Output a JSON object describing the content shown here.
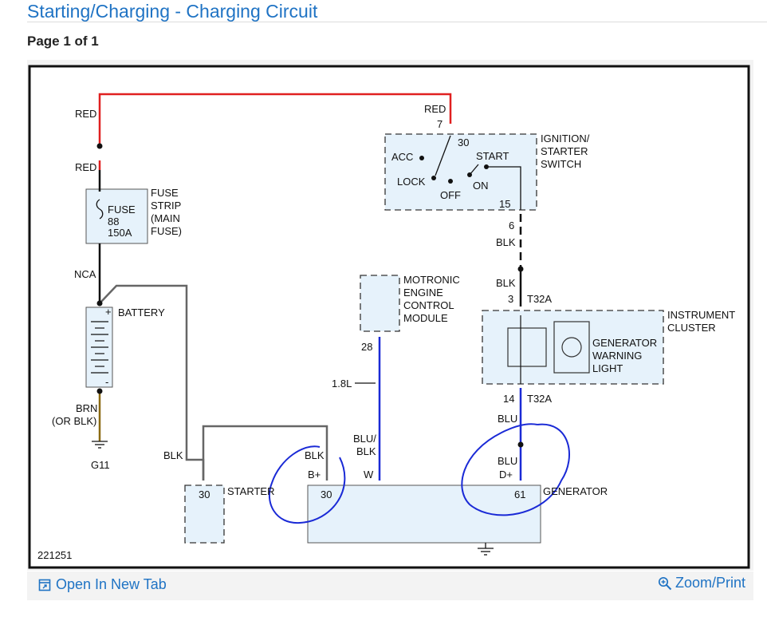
{
  "header": {
    "title": "Starting/Charging - Charging Circuit",
    "page_count": "Page 1 of 1"
  },
  "footer": {
    "open_new_tab": "Open In New Tab",
    "zoom_print": "Zoom/Print",
    "open_icon": "open-in-new-tab-icon",
    "zoom_icon": "magnifier-plus-icon"
  },
  "colors": {
    "red_wire": "#e02020",
    "black_wire": "#111111",
    "blue_wire": "#1a2ad6",
    "gray_wire": "#666666",
    "brown_wire": "#8b6a12",
    "component_fill": "#e6f2fb",
    "annotation": "#1a2ad6",
    "link": "#1f73c4"
  },
  "diagram": {
    "id": "221251",
    "wire_labels": {
      "red_top_left": "RED",
      "red_left_lower": "RED",
      "red_switch": "RED",
      "nca": "NCA",
      "brn": "BRN",
      "or_blk": "(OR BLK)",
      "blk_switch_1": "BLK",
      "blk_switch_2": "BLK",
      "blu_cluster": "BLU",
      "blu_blk_top": "BLU/",
      "blu_blk_bottom": "BLK",
      "blk_starter": "BLK",
      "blk_gen": "BLK",
      "blu_gen": "BLU",
      "engine_1_8l": "1.8L"
    },
    "fuse": {
      "name": "FUSE",
      "number": "88",
      "rating": "150A",
      "label_lines": [
        "FUSE",
        "STRIP",
        "(MAIN",
        "FUSE)"
      ]
    },
    "battery": {
      "label": "BATTERY",
      "plus": "+",
      "minus": "-"
    },
    "ground": {
      "label": "G11"
    },
    "ignition_switch": {
      "label_lines": [
        "IGNITION/",
        "STARTER",
        "SWITCH"
      ],
      "positions": {
        "acc": "ACC",
        "lock": "LOCK",
        "off": "OFF",
        "on": "ON",
        "start": "START"
      },
      "pin_in": "7",
      "pin_30": "30",
      "pin_15": "15",
      "pin_out": "6"
    },
    "ecm": {
      "label_lines": [
        "MOTRONIC",
        "ENGINE",
        "CONTROL",
        "MODULE"
      ],
      "pin": "28"
    },
    "instrument_cluster": {
      "label_lines": [
        "INSTRUMENT",
        "CLUSTER"
      ],
      "lamp_lines": [
        "GENERATOR",
        "WARNING",
        "LIGHT"
      ],
      "pin_top": "3",
      "connector_top": "T32A",
      "pin_bottom": "14",
      "connector_bottom": "T32A"
    },
    "starter": {
      "label": "STARTER",
      "pin": "30"
    },
    "generator": {
      "label": "GENERATOR",
      "pin_bplus_name": "B+",
      "pin_w_name": "W",
      "pin_dplus_name": "D+",
      "pin_30": "30",
      "pin_61": "61"
    }
  }
}
